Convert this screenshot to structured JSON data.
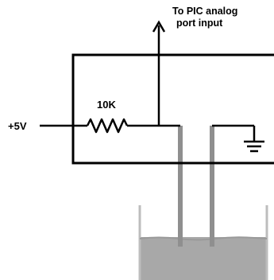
{
  "labels": {
    "output_line1": "To PIC analog",
    "output_line2": "port input",
    "resistor": "10K",
    "supply": "+5V"
  },
  "colors": {
    "wire": "#000000",
    "probe": "#8f8f8f",
    "water": "#a8a8a8",
    "container": "#bdbdbd",
    "background": "#ffffff"
  },
  "icons": {
    "arrow": "arrow-up-icon",
    "ground": "ground-icon",
    "resistor": "resistor-icon"
  }
}
